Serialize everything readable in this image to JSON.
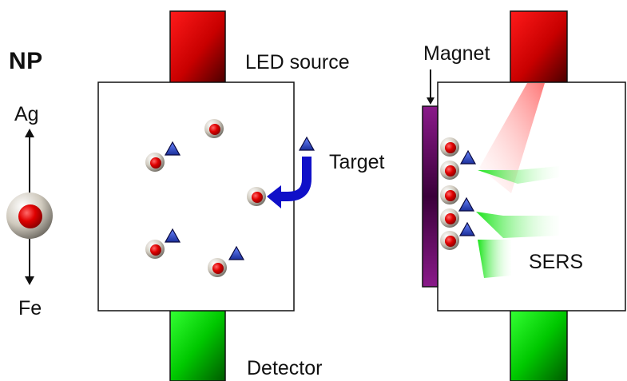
{
  "labels": {
    "np": "NP",
    "ag": "Ag",
    "fe": "Fe",
    "led_source": "LED source",
    "detector": "Detector",
    "target": "Target",
    "magnet": "Magnet",
    "sers": "SERS"
  },
  "colors": {
    "led": "#e00000",
    "detector": "#00cc00",
    "magnet": "#6a0f6a",
    "nanoparticle_core": "#e00000",
    "nanoparticle_shell": "#c8c2b8",
    "target": "#2b45c8",
    "arrow": "#1010c8"
  }
}
